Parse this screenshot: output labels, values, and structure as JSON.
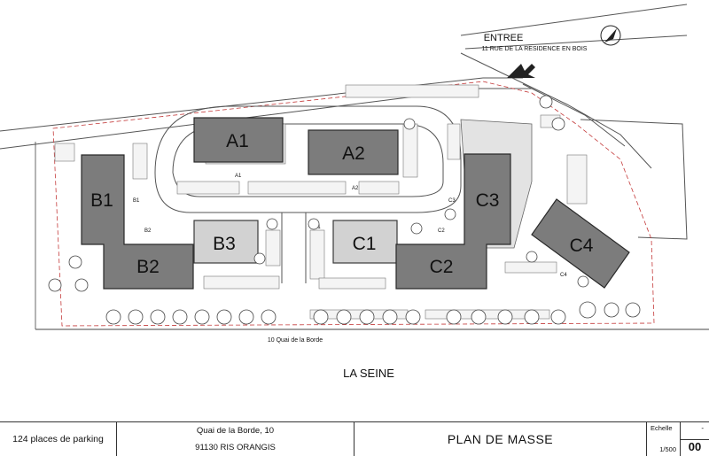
{
  "entrance": {
    "title": "ENTREE",
    "address": "11 RUE DE LA RESIDENCE EN BOIS"
  },
  "buildings": [
    {
      "id": "A1",
      "label": "A1",
      "tone": "dark"
    },
    {
      "id": "A2",
      "label": "A2",
      "tone": "dark"
    },
    {
      "id": "B1",
      "label": "B1",
      "tone": "dark"
    },
    {
      "id": "B2",
      "label": "B2",
      "tone": "dark"
    },
    {
      "id": "B3",
      "label": "B3",
      "tone": "light"
    },
    {
      "id": "C1",
      "label": "C1",
      "tone": "light"
    },
    {
      "id": "C2",
      "label": "C2",
      "tone": "dark"
    },
    {
      "id": "C3",
      "label": "C3",
      "tone": "dark"
    },
    {
      "id": "C4",
      "label": "C4",
      "tone": "dark"
    }
  ],
  "entry_markers": [
    "A1",
    "A2",
    "B1",
    "B2",
    "C1",
    "C2",
    "C3",
    "C4"
  ],
  "street_label": "10 Quai de la Borde",
  "river_label": "LA SEINE",
  "title_block": {
    "parking": "124 places de parking",
    "address_line1": "Quai de la Borde, 10",
    "address_line2": "91130 RIS ORANGIS",
    "title": "PLAN DE MASSE",
    "scale_label": "Echelle",
    "scale_value": "1/500",
    "index_dash": "-",
    "index_number": "00"
  },
  "colors": {
    "building_dark": "#7c7c7c",
    "building_light": "#d2d2d2",
    "boundary": "#c43a3a"
  }
}
